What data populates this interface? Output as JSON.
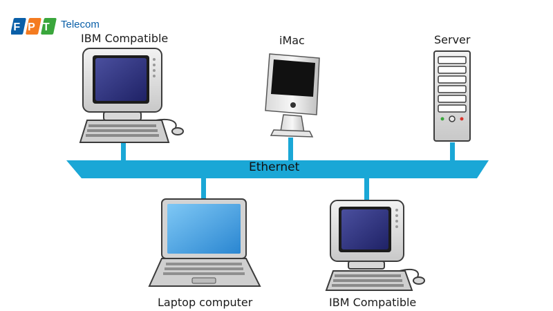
{
  "logo": {
    "mark": "FPT",
    "text": "Telecom",
    "colors": {
      "f": "#0a5fa8",
      "p": "#f47b20",
      "t": "#3aa63c"
    }
  },
  "network": {
    "bus_label": "Ethernet",
    "bus_color": "#1aa7d6"
  },
  "nodes": [
    {
      "id": "ibm-top",
      "label": "IBM Compatible",
      "icon": "desktop-crt-icon"
    },
    {
      "id": "imac",
      "label": "iMac",
      "icon": "imac-icon"
    },
    {
      "id": "server",
      "label": "Server",
      "icon": "server-tower-icon"
    },
    {
      "id": "laptop",
      "label": "Laptop computer",
      "icon": "laptop-icon"
    },
    {
      "id": "ibm-bottom",
      "label": "IBM Compatible",
      "icon": "desktop-crt-icon"
    }
  ]
}
